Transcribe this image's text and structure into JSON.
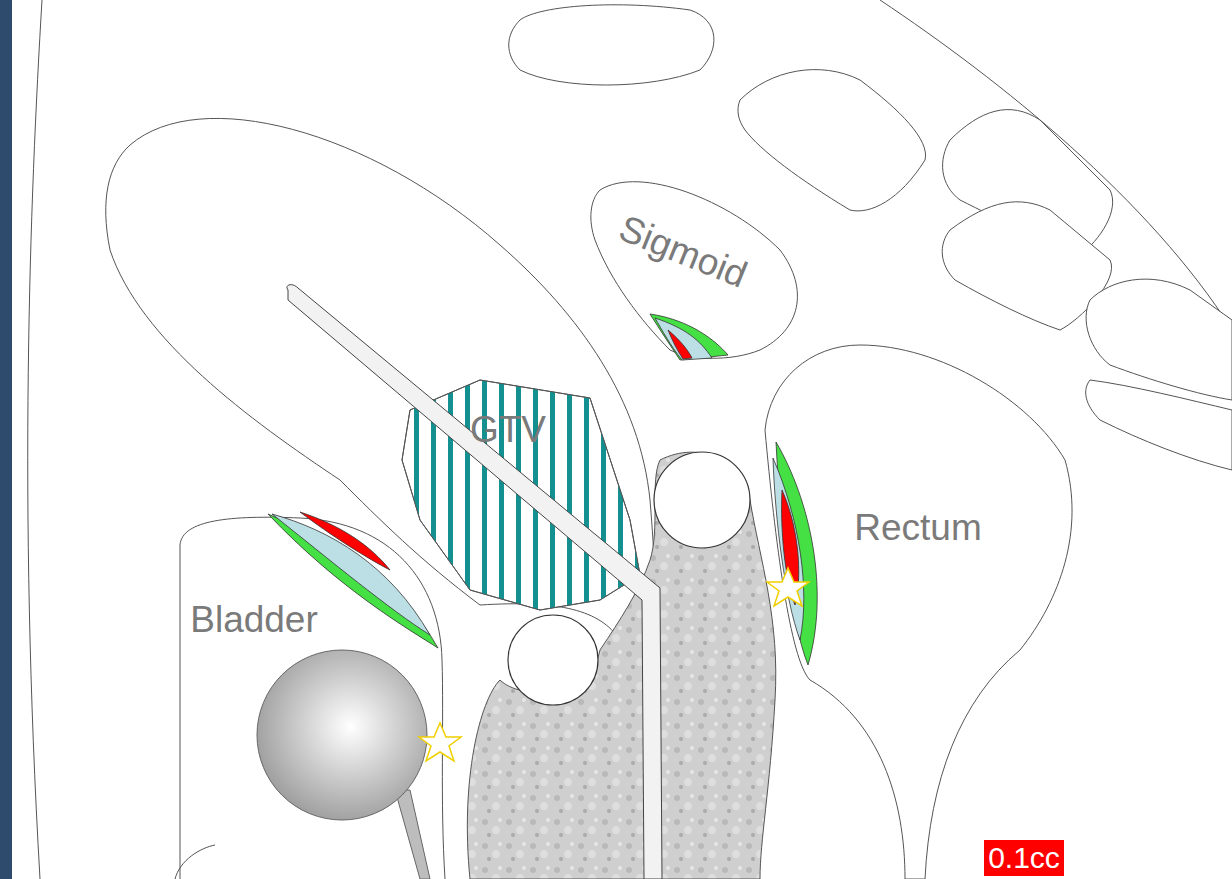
{
  "diagram": {
    "nodes": [
      {
        "text": [
          "Sigmoid"
        ]
      },
      {
        "text": [
          "GTV"
        ]
      },
      {
        "text": [
          "Rectum"
        ]
      },
      {
        "text": [
          "Bladder"
        ]
      }
    ],
    "legend": [
      {
        "text": "0.1cc",
        "color": "#ff0000"
      }
    ]
  }
}
